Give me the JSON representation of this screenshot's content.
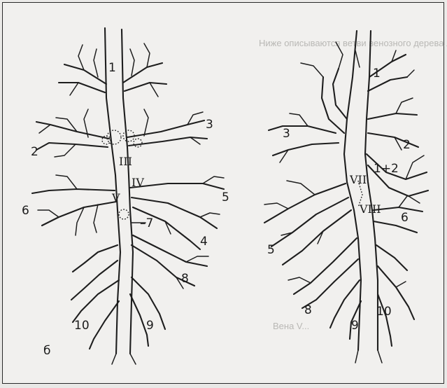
{
  "bleed_text": {
    "line1": "Ниже описываются ветви венозного дерева легкого",
    "line2": "Вена V..."
  },
  "left_diagram": {
    "panel_label": "б",
    "branch_labels": [
      "1",
      "2",
      "3",
      "4",
      "5",
      "6",
      "7",
      "8",
      "9",
      "10"
    ],
    "vein_labels": [
      "III",
      "IV",
      "V"
    ]
  },
  "right_diagram": {
    "branch_labels": [
      "1",
      "1+2",
      "2",
      "3",
      "5",
      "6",
      "8",
      "9",
      "10"
    ],
    "vein_labels": [
      "VII",
      "VIII"
    ]
  }
}
